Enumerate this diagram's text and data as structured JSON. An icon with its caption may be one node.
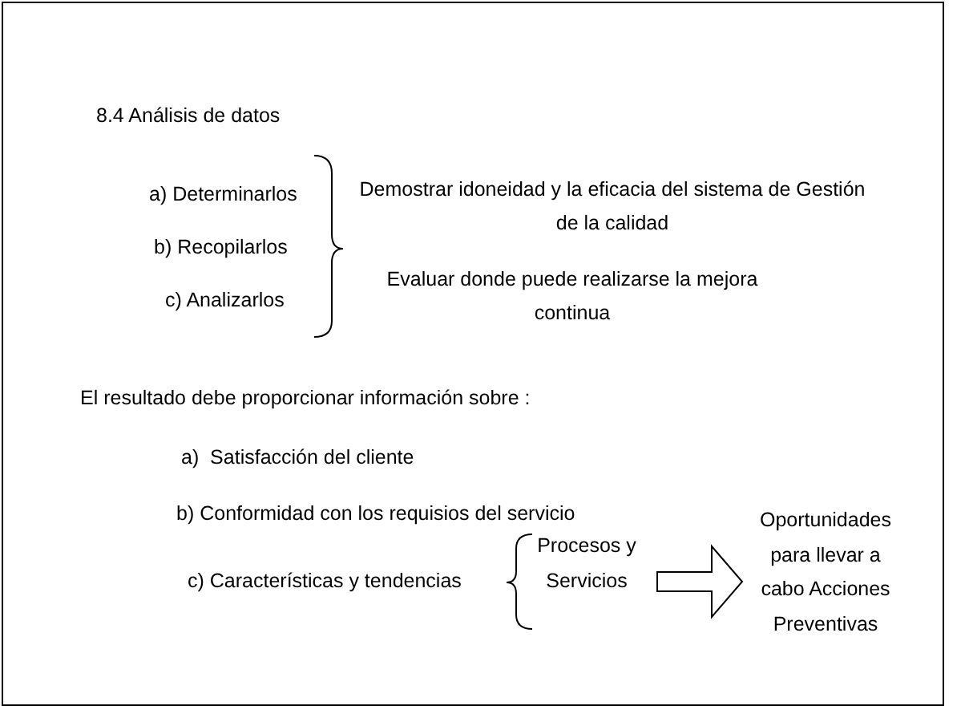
{
  "diagram": {
    "title": "8.4 Análisis de datos",
    "nodes": [
      {
        "text": [
          "Procesos y Servicios"
        ]
      },
      {
        "text": [
          "Oportunidades para llevar a cabo Acciones Preventivas"
        ]
      }
    ],
    "edges": [
      {
        "from": 0,
        "to": 1,
        "arrow": "to"
      }
    ],
    "labels": [
      "a) Determinarlos",
      "b) Recopilarlos",
      "c) Analizarlos",
      "Demostrar idoneidad y la eficacia del sistema de Gestión de la calidad",
      "Evaluar donde puede realizarse la mejora continua",
      "El resultado debe proporcionar información sobre :",
      "a)  Satisfacción del cliente",
      "b) Conformidad con los requisios del servicio",
      "c) Características y tendencias"
    ]
  }
}
